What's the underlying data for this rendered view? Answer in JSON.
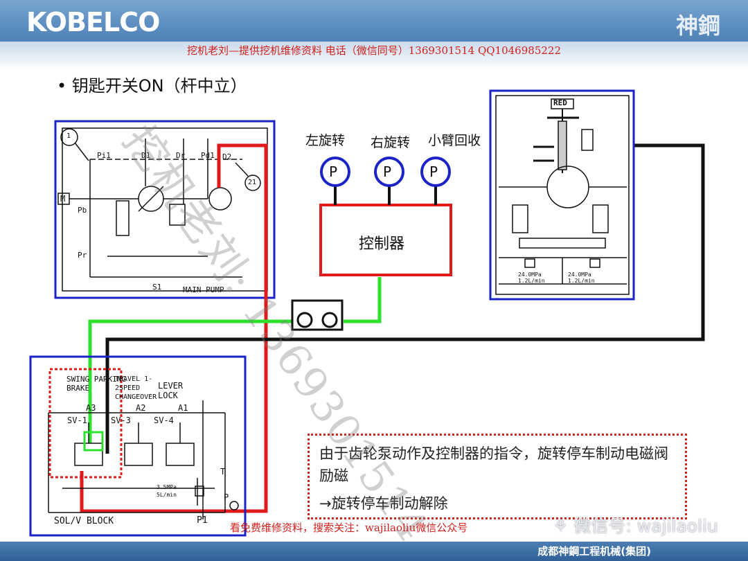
{
  "header": {
    "brand": "KOBELCO",
    "brand_cn": "神鋼",
    "contact_line": "挖机老刘—提供挖机维修资料 电话（微信同号）1369301514 QQ1046985222"
  },
  "slide": {
    "bullet": "钥匙开关ON（杆中立）"
  },
  "sensors": [
    {
      "label": "左旋转",
      "symbol": "P"
    },
    {
      "label": "右旋转",
      "symbol": "P"
    },
    {
      "label": "小臂回收",
      "symbol": "P"
    }
  ],
  "controller": {
    "label": "控制器"
  },
  "main_pump": {
    "callouts": [
      "1",
      "21"
    ],
    "ports": [
      "Pi1",
      "D1",
      "Dr",
      "Pd1",
      "D2",
      "Pb",
      "Pr",
      "S1"
    ],
    "motor": "M",
    "caption": "MAIN PUMP"
  },
  "swing_motor": {
    "top_label": "RED",
    "left_spec": [
      "24.0MPa",
      "1.2L/min"
    ],
    "right_spec": [
      "24.0MPa",
      "1.2L/min"
    ]
  },
  "sol_block": {
    "groups": [
      "SWING PARKING BRAKE",
      "TRAVEL 1-2SPEED CHANGEOVER",
      "LEVER LOCK"
    ],
    "ports": [
      "A3",
      "A2",
      "A1"
    ],
    "valves": [
      "SV-1",
      "SV-3",
      "SV-4"
    ],
    "relief": [
      "3.5MPa",
      "5L/min"
    ],
    "port_t": "T",
    "port_p": "P",
    "port_p1": "P1",
    "caption": "SOL/V BLOCK"
  },
  "note": {
    "line1": "由于齿轮泵动作及控制器的指令，旋转停车制动电磁阀励磁",
    "line2": "→旋转停车制动解除"
  },
  "footer": {
    "ad": "看免费维修资料，搜索关注：wajilaoliu微信公众号",
    "wechat": "微信号: wajilaoliu",
    "company": "成都神鋼工程机械(集团)"
  },
  "watermark": "挖机老刘: 1369301514",
  "colors": {
    "frame": "#1a22c8",
    "red_line": "#e0191a",
    "green_line": "#2ee02e",
    "black_line": "#111111",
    "accent_red": "#d2201c"
  }
}
